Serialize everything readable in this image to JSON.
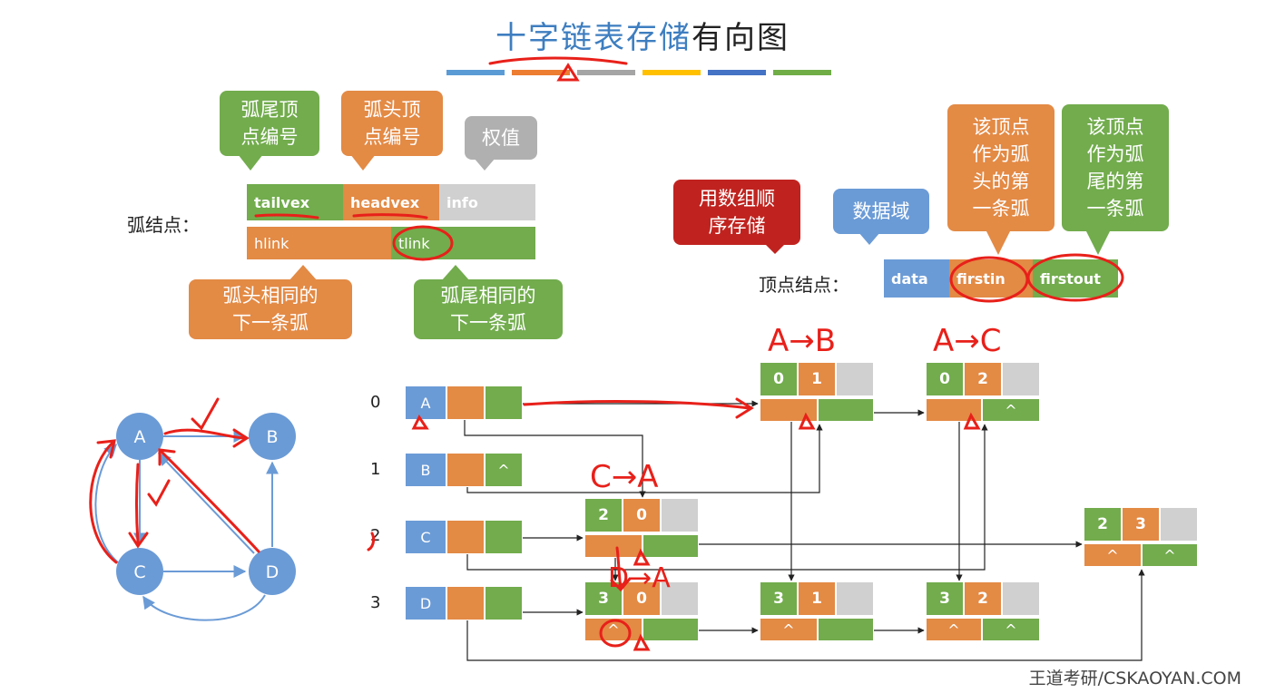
{
  "title": {
    "part1": "十字链表存储",
    "part2": "有向图"
  },
  "color_bar": [
    "#5b9bd5",
    "#ed7d31",
    "#a5a5a5",
    "#ffc000",
    "#4472c4",
    "#70ad47"
  ],
  "arc_node": {
    "label": "弧结点：",
    "fields_row1": [
      "tailvex",
      "headvex",
      "info"
    ],
    "fields_row2": [
      "hlink",
      "tlink"
    ],
    "bubble_tail": "弧尾顶\n点编号",
    "bubble_head": "弧头顶\n点编号",
    "bubble_weight": "权值",
    "bubble_hlink": "弧头相同的\n下一条弧",
    "bubble_tlink": "弧尾相同的\n下一条弧"
  },
  "vertex_node": {
    "label": "顶点结点：",
    "fields": [
      "data",
      "firstin",
      "firstout"
    ],
    "bubble_array": "用数组顺\n序存储",
    "bubble_data": "数据域",
    "bubble_firstin": "该顶点\n作为弧\n头的第\n一条弧",
    "bubble_firstout": "该顶点\n作为弧\n尾的第\n一条弧"
  },
  "graph": {
    "vertices": [
      "A",
      "B",
      "C",
      "D"
    ],
    "edges": [
      [
        "A",
        "B"
      ],
      [
        "A",
        "C"
      ],
      [
        "C",
        "A"
      ],
      [
        "D",
        "A"
      ],
      [
        "D",
        "B"
      ],
      [
        "C",
        "D"
      ],
      [
        "D",
        "C"
      ]
    ]
  },
  "vertex_table": {
    "indices": [
      "0",
      "1",
      "2",
      "3"
    ],
    "data": [
      "A",
      "B",
      "C",
      "D"
    ],
    "null_symbol": "^"
  },
  "arcs": [
    {
      "tail": "0",
      "head": "1"
    },
    {
      "tail": "0",
      "head": "2"
    },
    {
      "tail": "2",
      "head": "0"
    },
    {
      "tail": "2",
      "head": "3"
    },
    {
      "tail": "3",
      "head": "0"
    },
    {
      "tail": "3",
      "head": "1"
    },
    {
      "tail": "3",
      "head": "2"
    }
  ],
  "annotations": {
    "ab": "A→B",
    "ac": "A→C",
    "ca": "C→A",
    "da": "D→A"
  },
  "footer": "王道考研/CSKAOYAN.COM"
}
